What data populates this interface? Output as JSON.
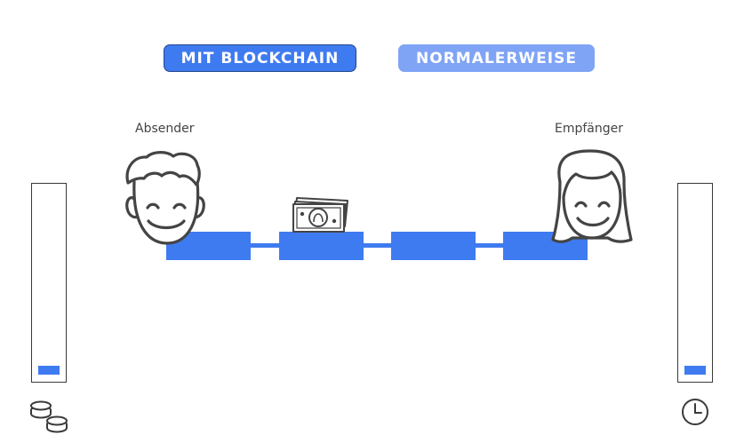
{
  "tabs": {
    "blockchain_label": "MIT BLOCKCHAIN",
    "normal_label": "NORMALERWEISE"
  },
  "people": {
    "sender_label": "Absender",
    "receiver_label": "Empfänger"
  },
  "meters": {
    "cost_level": 0.05,
    "time_level": 0.05
  },
  "icons": {
    "cost": "coins-icon",
    "time": "clock-icon",
    "money": "banknote-icon"
  },
  "colors": {
    "accent": "#3f7bf0",
    "accent_light": "#7fa4f6",
    "outline": "#3a3a3a"
  }
}
